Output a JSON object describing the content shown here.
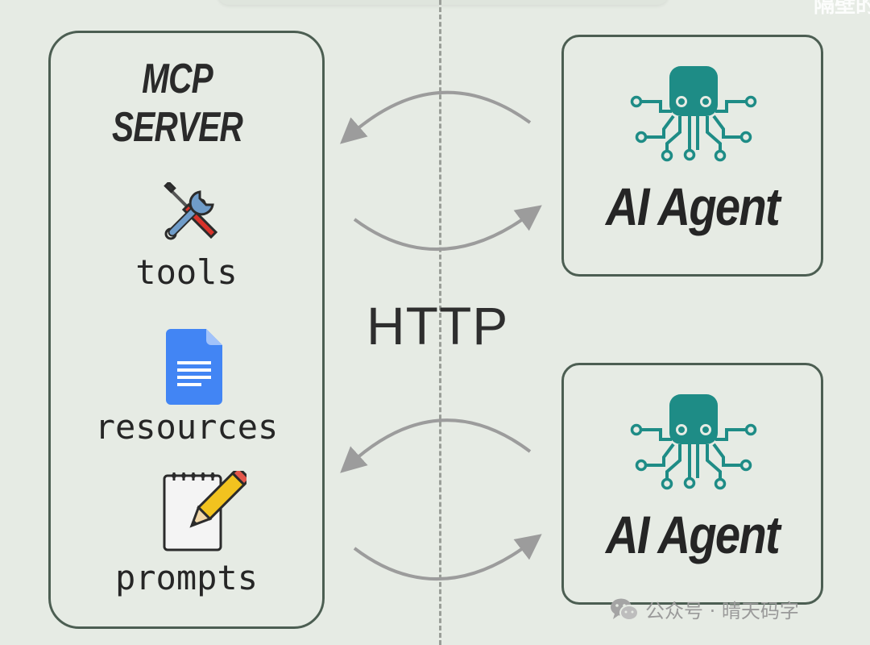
{
  "corner_text": "隔壁的",
  "server": {
    "title_line1": "MCP",
    "title_line2": "SERVER",
    "items": [
      {
        "label": "tools",
        "icon": "tools-icon"
      },
      {
        "label": "resources",
        "icon": "document-icon"
      },
      {
        "label": "prompts",
        "icon": "notepad-pencil-icon"
      }
    ]
  },
  "protocol": "HTTP",
  "agents": [
    {
      "label": "AI Agent",
      "icon": "octopus-circuit-icon"
    },
    {
      "label": "AI Agent",
      "icon": "octopus-circuit-icon"
    }
  ],
  "watermark": {
    "text": "公众号 · 晴天码字",
    "icon": "wechat-icon"
  },
  "colors": {
    "background": "#e6ebe4",
    "border": "#4c5e52",
    "agent_icon": "#1e8c86",
    "arrow": "#9c9c9c",
    "doc_icon": "#4285f4"
  }
}
